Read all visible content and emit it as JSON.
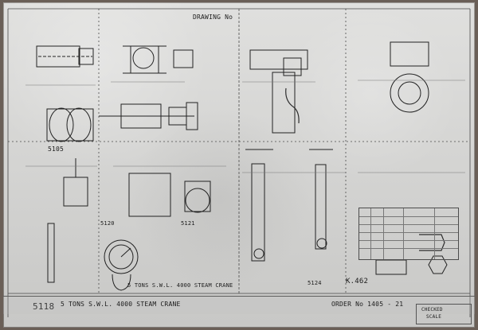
{
  "labels": {
    "drawing_no": "DRAWING No",
    "sheet_5105": "5105",
    "sheet_5118": "5118",
    "sheet_5120": "5120",
    "sheet_5121": "5121",
    "sheet_5124": "5124",
    "crane_title": "5 TONS S.W.L. 4000 STEAM CRANE",
    "order": "ORDER No 1405 - 21",
    "ref": "K.462",
    "scale": "SCALE",
    "checked": "CHECKED"
  }
}
